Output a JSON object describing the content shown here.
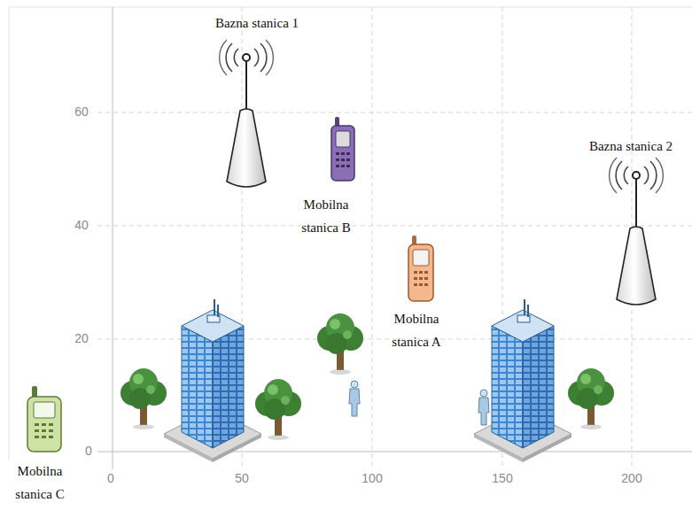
{
  "diagram": {
    "labels": [
      "Bazna stanica 1",
      "60",
      "Mobilna stanica B",
      "Bazna stanica 2",
      "40",
      "Mobilna stanica A",
      "20",
      "0",
      "Mobilna stanica C",
      "0",
      "50",
      "100",
      "150",
      "200"
    ]
  }
}
